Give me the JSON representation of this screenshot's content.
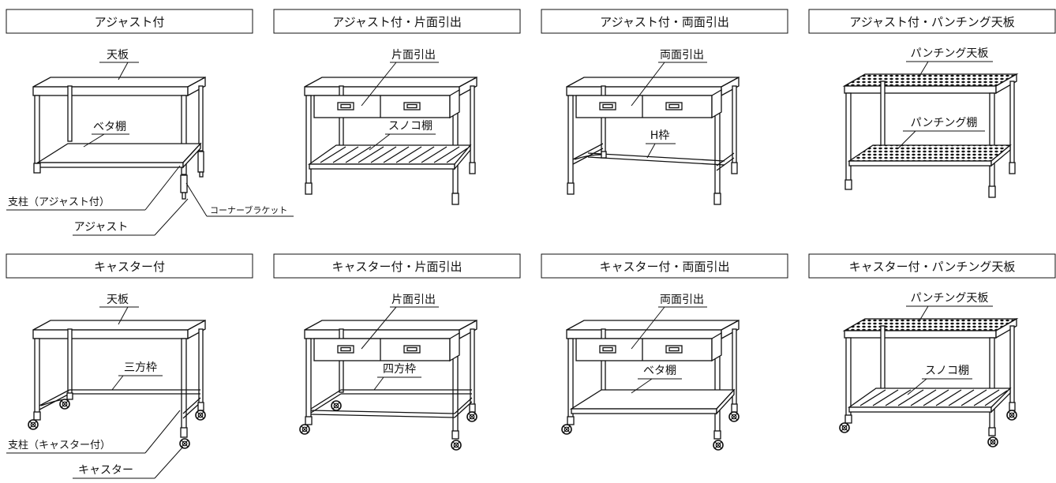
{
  "panels": [
    {
      "title": "アジャスト付",
      "base": "adjust",
      "top": "plain",
      "drawer": false,
      "lower": "flat",
      "labels": [
        "天板",
        "ベタ棚",
        "支柱（アジャスト付）",
        "アジャスト",
        "コーナーブラケット"
      ]
    },
    {
      "title": "アジャスト付・片面引出",
      "base": "adjust",
      "top": "plain",
      "drawer": true,
      "lower": "slat",
      "labels": [
        "片面引出",
        "スノコ棚"
      ]
    },
    {
      "title": "アジャスト付・両面引出",
      "base": "adjust",
      "top": "plain",
      "drawer": true,
      "lower": "hframe",
      "labels": [
        "両面引出",
        "H枠"
      ]
    },
    {
      "title": "アジャスト付・パンチング天板",
      "base": "adjust",
      "top": "punch",
      "drawer": false,
      "lower": "punch",
      "labels": [
        "パンチング天板",
        "パンチング棚"
      ]
    },
    {
      "title": "キャスター付",
      "base": "caster",
      "top": "plain",
      "drawer": false,
      "lower": "frame3",
      "labels": [
        "天板",
        "三方枠",
        "支柱（キャスター付）",
        "キャスター"
      ]
    },
    {
      "title": "キャスター付・片面引出",
      "base": "caster",
      "top": "plain",
      "drawer": true,
      "lower": "frame4",
      "labels": [
        "片面引出",
        "四方枠"
      ]
    },
    {
      "title": "キャスター付・両面引出",
      "base": "caster",
      "top": "plain",
      "drawer": true,
      "lower": "flat",
      "labels": [
        "両面引出",
        "ベタ棚"
      ]
    },
    {
      "title": "キャスター付・パンチング天板",
      "base": "caster",
      "top": "punch",
      "drawer": false,
      "lower": "slat",
      "labels": [
        "パンチング天板",
        "スノコ棚"
      ]
    }
  ]
}
